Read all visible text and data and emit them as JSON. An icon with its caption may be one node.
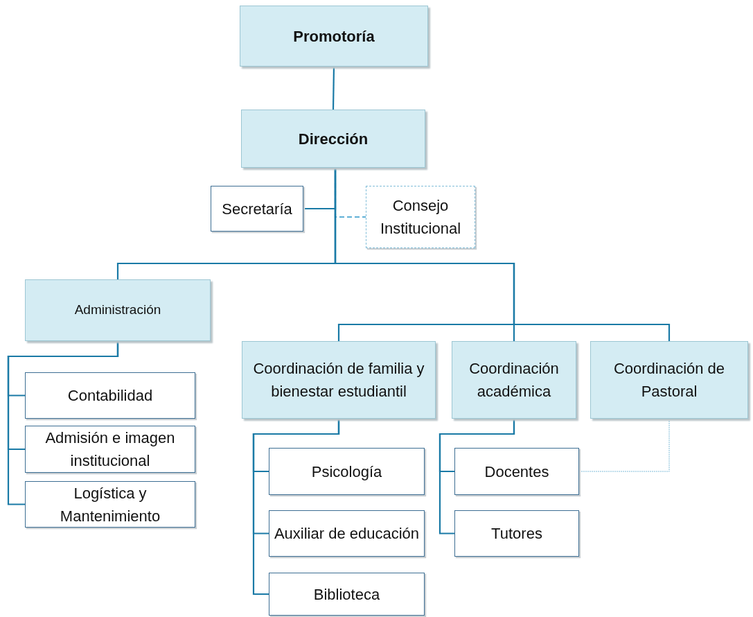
{
  "diagram": {
    "nodes": [
      {
        "text": [
          "Promotoría"
        ]
      },
      {
        "text": [
          "Dirección"
        ]
      },
      {
        "text": [
          "Secretaría"
        ]
      },
      {
        "text": [
          "Consejo Institucional"
        ]
      },
      {
        "text": [
          "Administración"
        ]
      },
      {
        "text": [
          "Contabilidad"
        ]
      },
      {
        "text": [
          "Admisión e imagen institucional"
        ]
      },
      {
        "text": [
          "Logística y Mantenimiento"
        ]
      },
      {
        "text": [
          "Coordinación de familia y bienestar estudiantil"
        ]
      },
      {
        "text": [
          "Coordinación académica"
        ]
      },
      {
        "text": [
          "Coordinación de Pastoral"
        ]
      },
      {
        "text": [
          "Psicología"
        ]
      },
      {
        "text": [
          "Auxiliar de educación"
        ]
      },
      {
        "text": [
          "Biblioteca"
        ]
      },
      {
        "text": [
          "Docentes"
        ]
      },
      {
        "text": [
          "Tutores"
        ]
      }
    ],
    "edges": [
      {
        "from": 0,
        "to": 1,
        "arrow": "none"
      },
      {
        "from": 1,
        "to": 2,
        "arrow": "none"
      },
      {
        "from": 1,
        "to": 3,
        "arrow": "none",
        "style": "dashed",
        "color": "#5fb0d6"
      },
      {
        "from": 1,
        "to": 4,
        "arrow": "none"
      },
      {
        "from": 1,
        "to": 8,
        "arrow": "none"
      },
      {
        "from": 1,
        "to": 9,
        "arrow": "none"
      },
      {
        "from": 1,
        "to": 10,
        "arrow": "none"
      },
      {
        "from": 4,
        "to": 5,
        "arrow": "none"
      },
      {
        "from": 4,
        "to": 6,
        "arrow": "none"
      },
      {
        "from": 4,
        "to": 7,
        "arrow": "none"
      },
      {
        "from": 8,
        "to": 11,
        "arrow": "none"
      },
      {
        "from": 8,
        "to": 12,
        "arrow": "none"
      },
      {
        "from": 8,
        "to": 13,
        "arrow": "none"
      },
      {
        "from": 9,
        "to": 14,
        "arrow": "none"
      },
      {
        "from": 9,
        "to": 15,
        "arrow": "none"
      },
      {
        "from": 10,
        "to": 14,
        "arrow": "none",
        "style": "dashed",
        "color": "#7fbcd8"
      }
    ]
  }
}
